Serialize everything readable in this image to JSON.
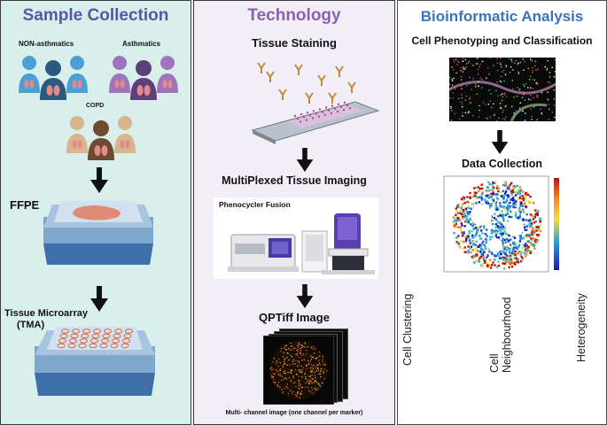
{
  "panels": {
    "sample_collection": {
      "title": "Sample Collection",
      "groups": {
        "non_asthmatics": "NON-asthmatics",
        "asthmatics": "Asthmatics",
        "copd": "COPD"
      },
      "ffpe": "FFPE",
      "tma_line1": "Tissue Microarray",
      "tma_line2": "(TMA)"
    },
    "technology": {
      "title": "Technology",
      "tissue_staining": "Tissue Staining",
      "multiplexed_imaging": "MultiPlexed Tissue Imaging",
      "phenocycler": "Phenocycler Fusion",
      "qptiff": "QPTiff Image",
      "multichannel": "Multi- channel image (one channel per marker)"
    },
    "bioinformatic": {
      "title": "Bioinformatic Analysis",
      "phenotyping": "Cell Phenotyping and Classification",
      "data_collection": "Data Collection",
      "analyses": {
        "cell_clustering": "Cell Clustering",
        "cell_neighbourhood_1": "Cell",
        "cell_neighbourhood_2": "Neighbourhood",
        "heterogeneity": "Heterogeneity"
      }
    }
  },
  "colors": {
    "panel1_bg": "#d9efec",
    "panel2_bg": "#f2eef7",
    "title1": "#5a56a6",
    "title2": "#8a63ae",
    "title3": "#3b73b8",
    "people_nonasthmatic": "#4aa0d5",
    "people_asthmatic": "#8f63ad",
    "people_copd": "#c9a37a"
  },
  "icons": {
    "people": "people-group-icon",
    "lungs": "lungs-icon",
    "arrow": "arrow-down-icon",
    "block": "ffpe-block-icon",
    "tma": "tma-block-icon",
    "slide": "stained-slide-icon",
    "antibody": "antibody-icon",
    "scanner": "phenocycler-scanner-icon"
  }
}
